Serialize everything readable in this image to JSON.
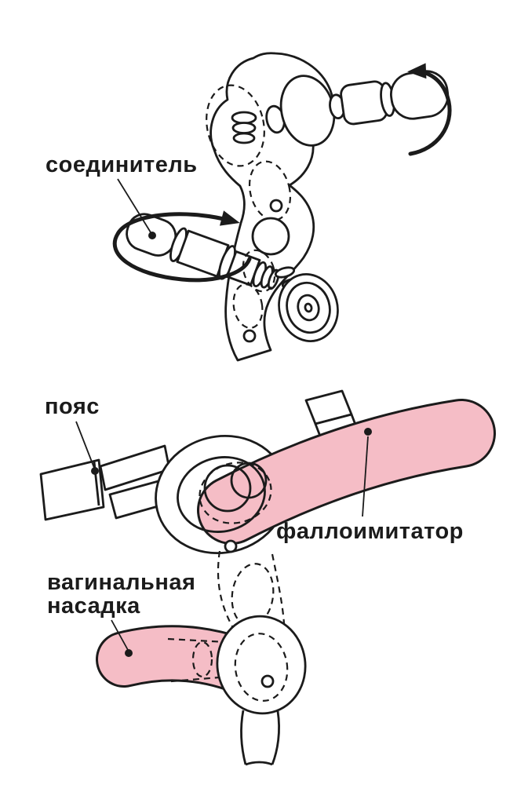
{
  "colors": {
    "ink": "#1b1b1b",
    "pink": "#f5bdc6",
    "background": "#ffffff"
  },
  "figure": {
    "top": {
      "label_connector": "соединитель"
    },
    "bottom": {
      "label_belt": "пояс",
      "label_dildo": "фаллоимитатор",
      "label_attachment_line1": "вагинальная",
      "label_attachment_line2": "насадка"
    }
  }
}
